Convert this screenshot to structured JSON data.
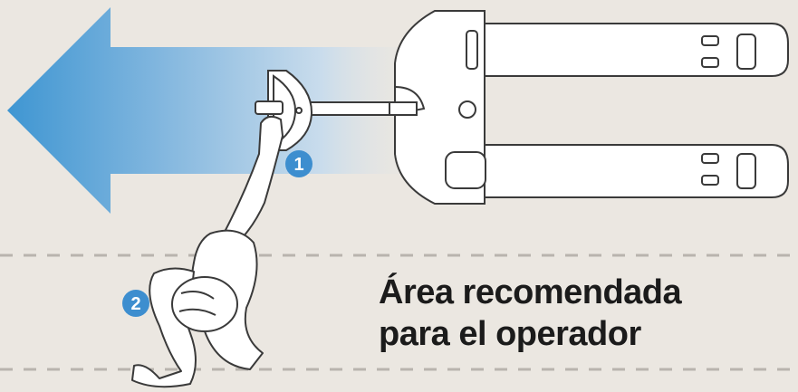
{
  "colors": {
    "background": "#ebe7e1",
    "arrow_blue": "#3f96d2",
    "badge_blue": "#3d8ecf",
    "outline": "#3a3a3a",
    "dash": "#b9b4ae"
  },
  "markers": [
    {
      "label": "1",
      "icon": "step-badge"
    },
    {
      "label": "2",
      "icon": "step-badge"
    }
  ],
  "caption": {
    "line1": "Área recomendada",
    "line2": "para el operador"
  }
}
